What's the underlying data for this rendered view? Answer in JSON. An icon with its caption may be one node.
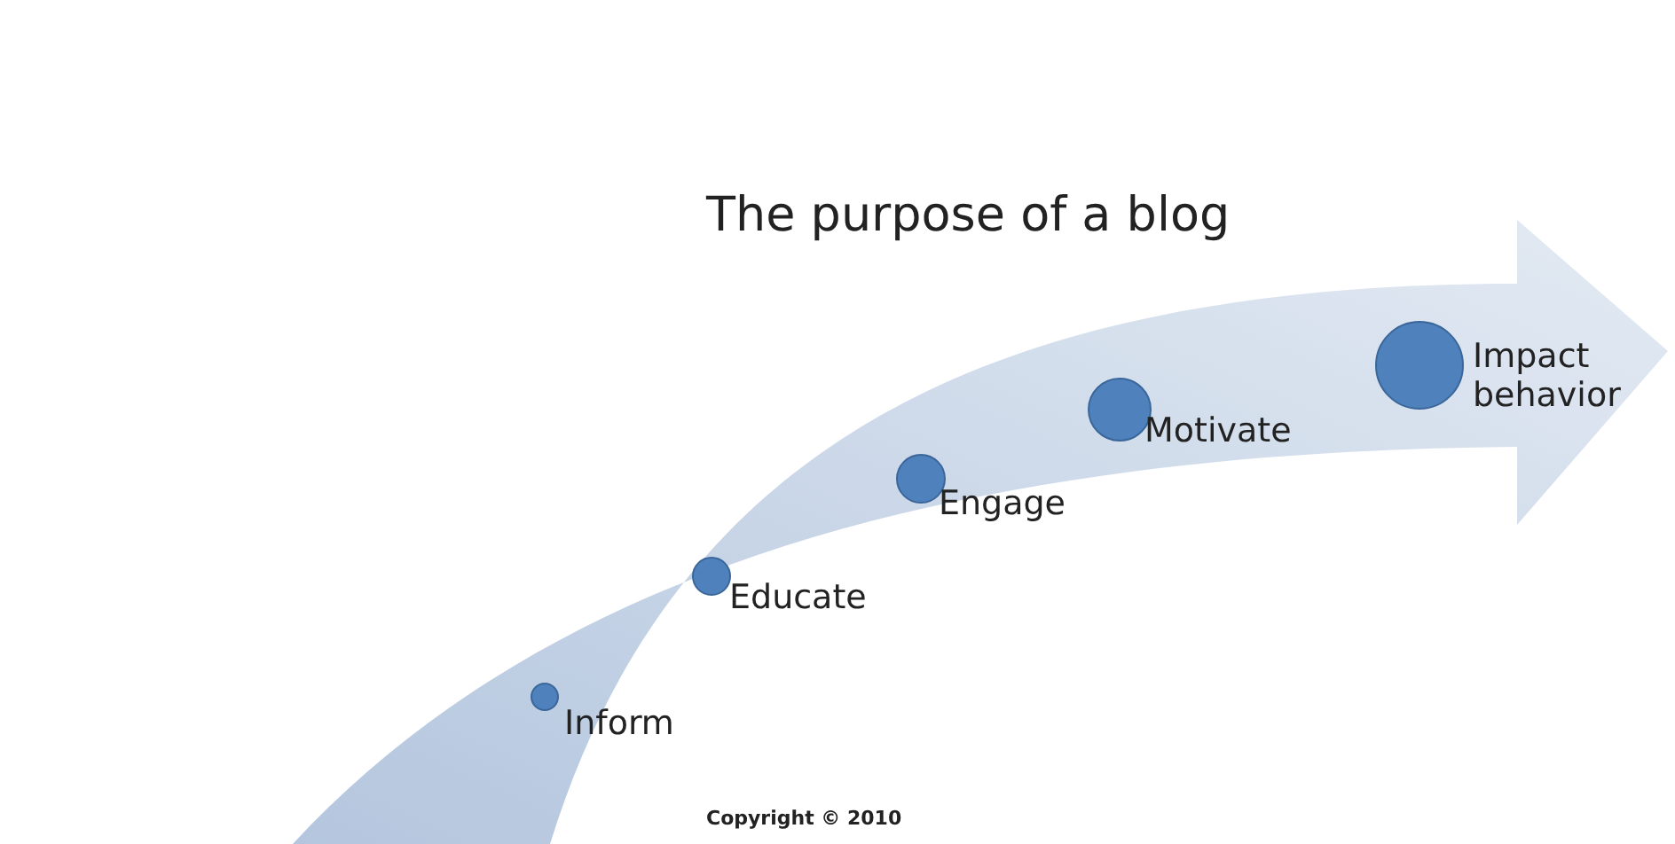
{
  "diagram": {
    "title": "The purpose of a blog",
    "nodes": [
      {
        "text": [],
        "shape": "circle",
        "beside": [
          "Inform"
        ]
      },
      {
        "text": [],
        "shape": "circle",
        "beside": [
          "Educate"
        ]
      },
      {
        "text": [],
        "shape": "circle",
        "beside": [
          "Engage"
        ]
      },
      {
        "text": [],
        "shape": "circle",
        "beside": [
          "Motivate"
        ]
      },
      {
        "text": [],
        "shape": "circle",
        "beside": [
          "Impact behavior"
        ]
      }
    ],
    "labels": [
      "Copyright © 2010"
    ]
  }
}
